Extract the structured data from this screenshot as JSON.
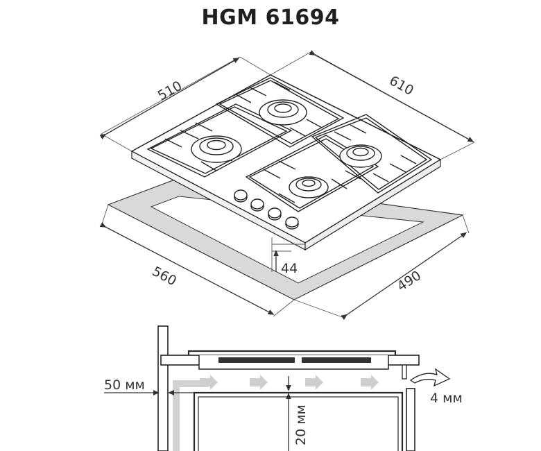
{
  "title": "HGM 61694",
  "dimensions": {
    "hob_depth": "510",
    "hob_width": "610",
    "cutout_width": "560",
    "cutout_depth": "490",
    "height": "44"
  },
  "install": {
    "side_gap": "50 мм",
    "rear_gap": "4 мм",
    "bottom_gap": "20 мм"
  },
  "colors": {
    "line": "#333333",
    "gasket_fill": "#d9d9d9",
    "airflow_arrow": "#cfcfcf"
  },
  "icons": [
    "airflow-arrow-icon",
    "curved-arrow-icon",
    "burner-icon",
    "control-knob-icon"
  ]
}
